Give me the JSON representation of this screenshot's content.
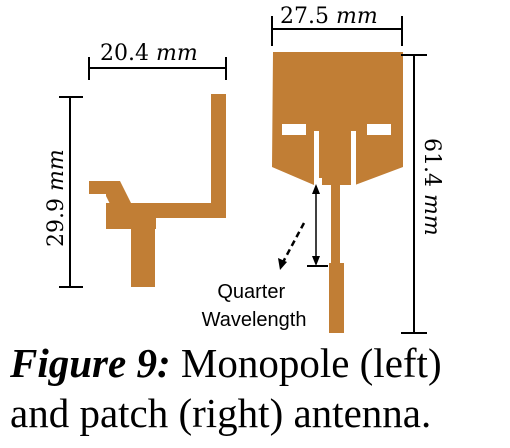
{
  "figure": {
    "monopole": {
      "width_label": {
        "num": "20.4",
        "unit": "mm"
      },
      "height_label": {
        "num": "29.9",
        "unit": "mm"
      }
    },
    "patch": {
      "width_label": {
        "num": "27.5",
        "unit": "mm"
      },
      "height_label": {
        "num": "61.4",
        "unit": "mm"
      },
      "annotation": {
        "line1": "Quarter",
        "line2": "Wavelength"
      }
    }
  },
  "caption": {
    "label": "Figure 9:",
    "text": "Monopole (left) and patch (right) antenna."
  },
  "colors": {
    "copper": "#c17e35",
    "ink": "#000000"
  }
}
